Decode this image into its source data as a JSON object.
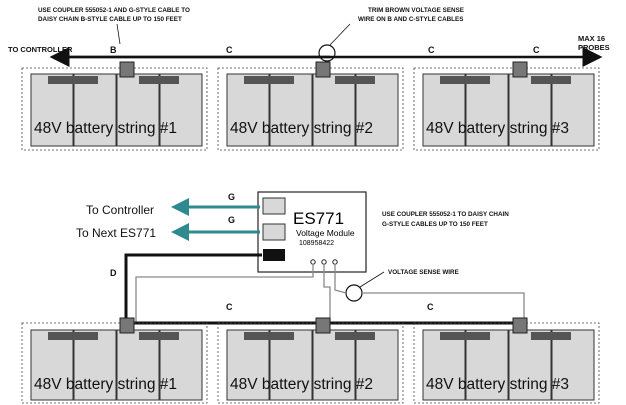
{
  "top": {
    "note_coupler_line1": "USE COUPLER 555052-1 AND G-STYLE CABLE TO",
    "note_coupler_line2": "DAISY CHAIN B-STYLE CABLE UP TO 150 FEET",
    "note_trim_line1": "TRIM BROWN VOLTAGE SENSE",
    "note_trim_line2": "WIRE ON B AND C-STYLE CABLES",
    "to_controller": "TO CONTROLLER",
    "max_probes_line1": "MAX 16",
    "max_probes_line2": "PROBES",
    "cable_labels": [
      "B",
      "C",
      "C",
      "C"
    ],
    "strings": [
      "48V battery string #1",
      "48V battery string #2",
      "48V battery string #3"
    ]
  },
  "bottom": {
    "module_name": "ES771",
    "module_subtitle": "Voltage Module",
    "module_part": "108958422",
    "to_controller": "To Controller",
    "to_next": "To Next ES771",
    "cable_g1": "G",
    "cable_g2": "G",
    "cable_d": "D",
    "cable_c1": "C",
    "cable_c2": "C",
    "note_coupler_line1": "USE COUPLER 555052-1  TO DAISY CHAIN",
    "note_coupler_line2": "G-STYLE CABLES UP TO 150 FEET",
    "voltage_sense": "VOLTAGE SENSE WIRE",
    "strings": [
      "48V battery string #1",
      "48V battery string #2",
      "48V battery string #3"
    ]
  },
  "colors": {
    "arrow_teal": "#2f8a8f",
    "cable": "#111111",
    "sense_wire": "#8a8a8a",
    "battery_fill": "#d8d8d8"
  }
}
